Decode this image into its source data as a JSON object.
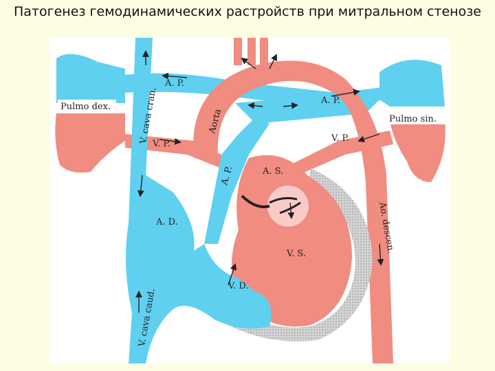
{
  "slide": {
    "title": "Патогенез гемодинамических растройств при митральном стенозе"
  },
  "colors": {
    "venous": "#5fd0f0",
    "arterial": "#f08c80",
    "myocardium": "#c8c8c8",
    "background": "#fdfde3"
  },
  "diagram": {
    "labels": {
      "pulmo_dex": "Pulmo dex.",
      "pulmo_sin": "Pulmo sin.",
      "v_cava_cran": "V. cava cran.",
      "v_cava_caud": "V. cava caud.",
      "aorta": "Aorta",
      "ap_top": "A. P.",
      "ap_right": "A. P.",
      "ap_trunk": "A. P.",
      "vp_left": "V. P.",
      "vp_right": "V. P.",
      "as": "A. S.",
      "ad": "A. D.",
      "vs": "V. S.",
      "vd": "V. D.",
      "ao_descen": "Ao. descen."
    }
  }
}
